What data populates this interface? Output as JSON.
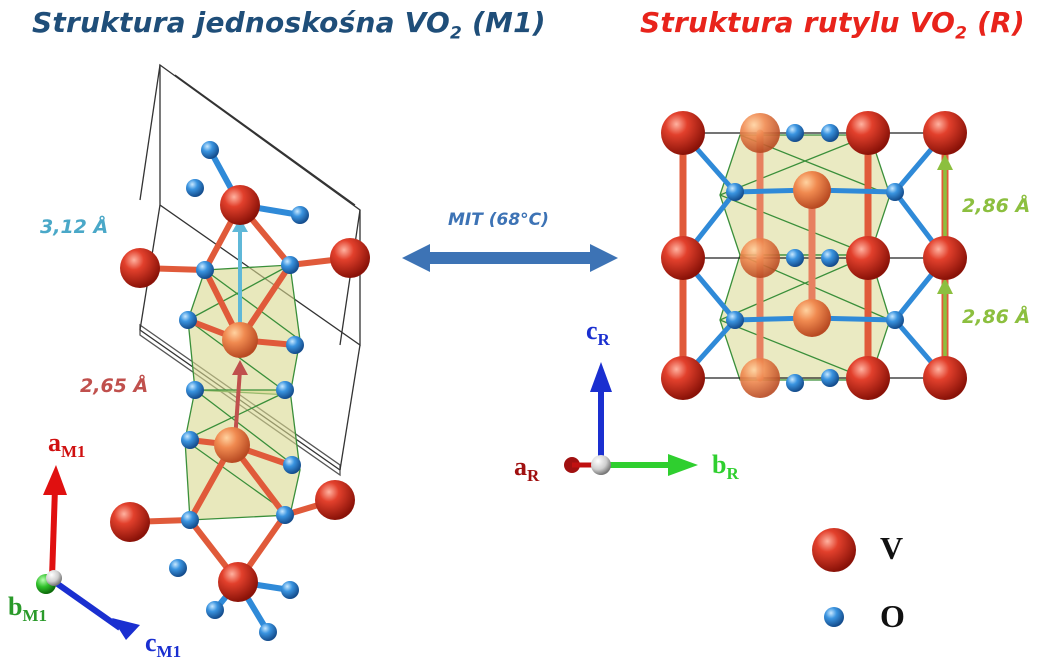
{
  "titles": {
    "monoclinic_text": "Struktura jednoskośna VO",
    "monoclinic_sub": "2",
    "monoclinic_suffix": " (M1)",
    "rutile_text": "Struktura rutylu VO",
    "rutile_sub": "2",
    "rutile_suffix": " (R)"
  },
  "transition": {
    "label": "MIT (68°C)"
  },
  "distances": {
    "long": "3,12 Å",
    "short": "2,65 Å",
    "rutile_upper": "2,86 Å",
    "rutile_lower": "2,86 Å"
  },
  "axes_m1": {
    "a": "a",
    "a_sub": "M1",
    "b": "b",
    "b_sub": "M1",
    "c": "c",
    "c_sub": "M1"
  },
  "axes_r": {
    "a": "a",
    "a_sub": "R",
    "b": "b",
    "b_sub": "R",
    "c": "c",
    "c_sub": "R"
  },
  "legend": {
    "v": "V",
    "o": "O"
  },
  "colors": {
    "vanadium": "#d62a1e",
    "oxygen": "#2f8ad8",
    "bond_v": "#e05a3a",
    "octahedron": "#d8d890",
    "title_m1": "#1f4e79",
    "title_r": "#e8231b",
    "arrow": "#3d73b5",
    "dist_long": "#4aa8c8",
    "dist_short": "#c0504d",
    "dist_rutile": "#8cbf3f"
  }
}
